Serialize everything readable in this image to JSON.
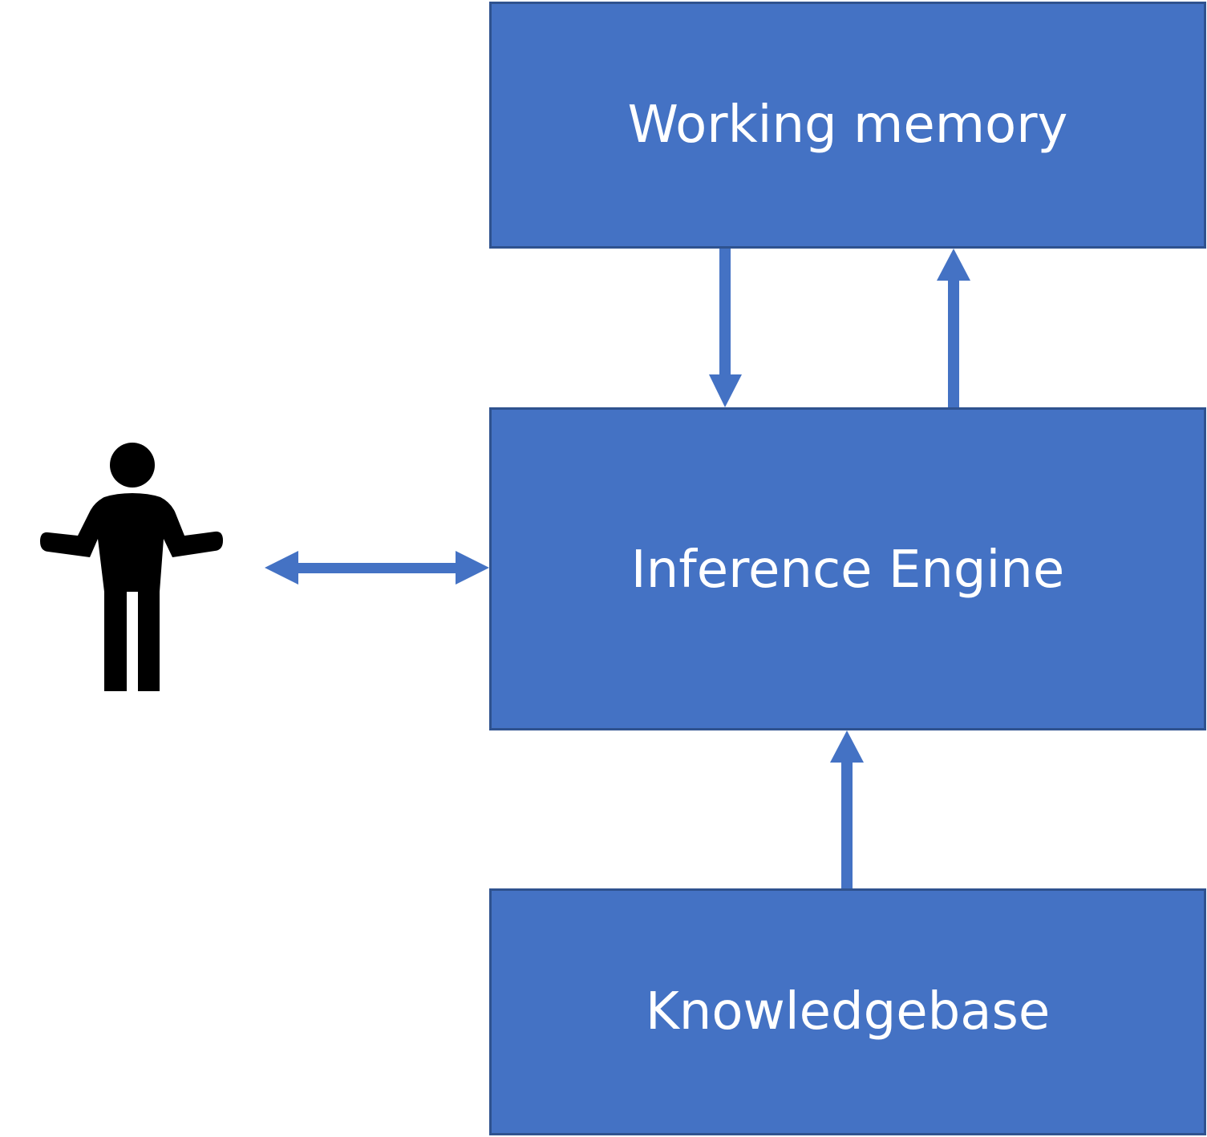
{
  "diagram": {
    "box_color": "#4472C4",
    "box_border_color": "#2F528F",
    "arrow_color": "#4472C4",
    "text_color": "#FFFFFF",
    "figure_color": "#000000",
    "nodes": {
      "working_memory": {
        "label": "Working memory"
      },
      "inference_engine": {
        "label": "Inference Engine"
      },
      "knowledgebase": {
        "label": "Knowledgebase"
      },
      "user": {
        "icon": "person-shrugging-icon"
      }
    },
    "edges": [
      {
        "from": "working_memory",
        "to": "inference_engine",
        "direction": "one-way"
      },
      {
        "from": "inference_engine",
        "to": "working_memory",
        "direction": "one-way"
      },
      {
        "from": "knowledgebase",
        "to": "inference_engine",
        "direction": "one-way"
      },
      {
        "from": "user",
        "to": "inference_engine",
        "direction": "two-way"
      }
    ]
  }
}
